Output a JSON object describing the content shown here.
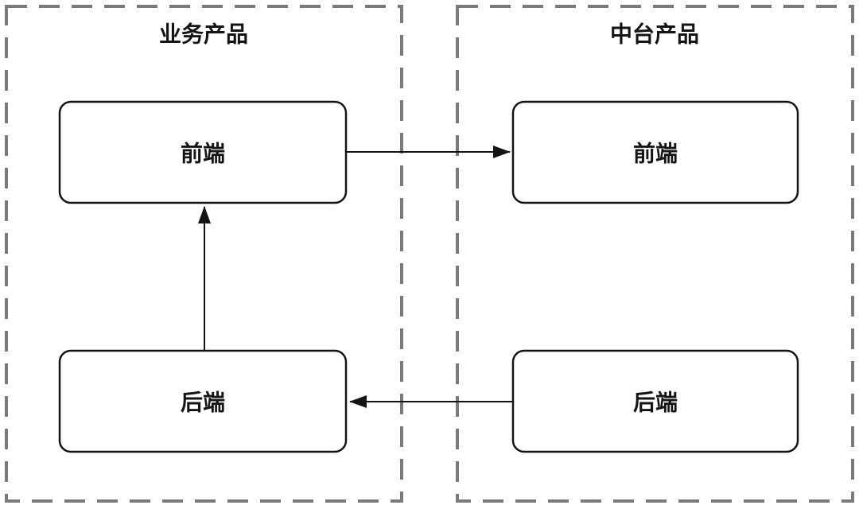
{
  "diagram": {
    "title": "business-vs-platform-product-architecture",
    "background": "#ffffff",
    "groups": [
      {
        "name": "business-product",
        "label": "业务产品",
        "nodes": [
          {
            "name": "frontend",
            "label": "前端"
          },
          {
            "name": "backend",
            "label": "后端"
          }
        ]
      },
      {
        "name": "platform-product",
        "label": "中台产品",
        "nodes": [
          {
            "name": "frontend",
            "label": "前端"
          },
          {
            "name": "backend",
            "label": "后端"
          }
        ]
      }
    ],
    "edges": [
      {
        "from": "业务产品.前端",
        "to": "中台产品.前端",
        "direction": "right"
      },
      {
        "from": "业务产品.后端",
        "to": "业务产品.前端",
        "direction": "up"
      },
      {
        "from": "中台产品.后端",
        "to": "业务产品.后端",
        "direction": "left"
      }
    ],
    "colors": {
      "group_border": "#7a7a7a",
      "node_border": "#141414",
      "arrow": "#141414",
      "text": "#141414",
      "background": "#ffffff"
    }
  }
}
